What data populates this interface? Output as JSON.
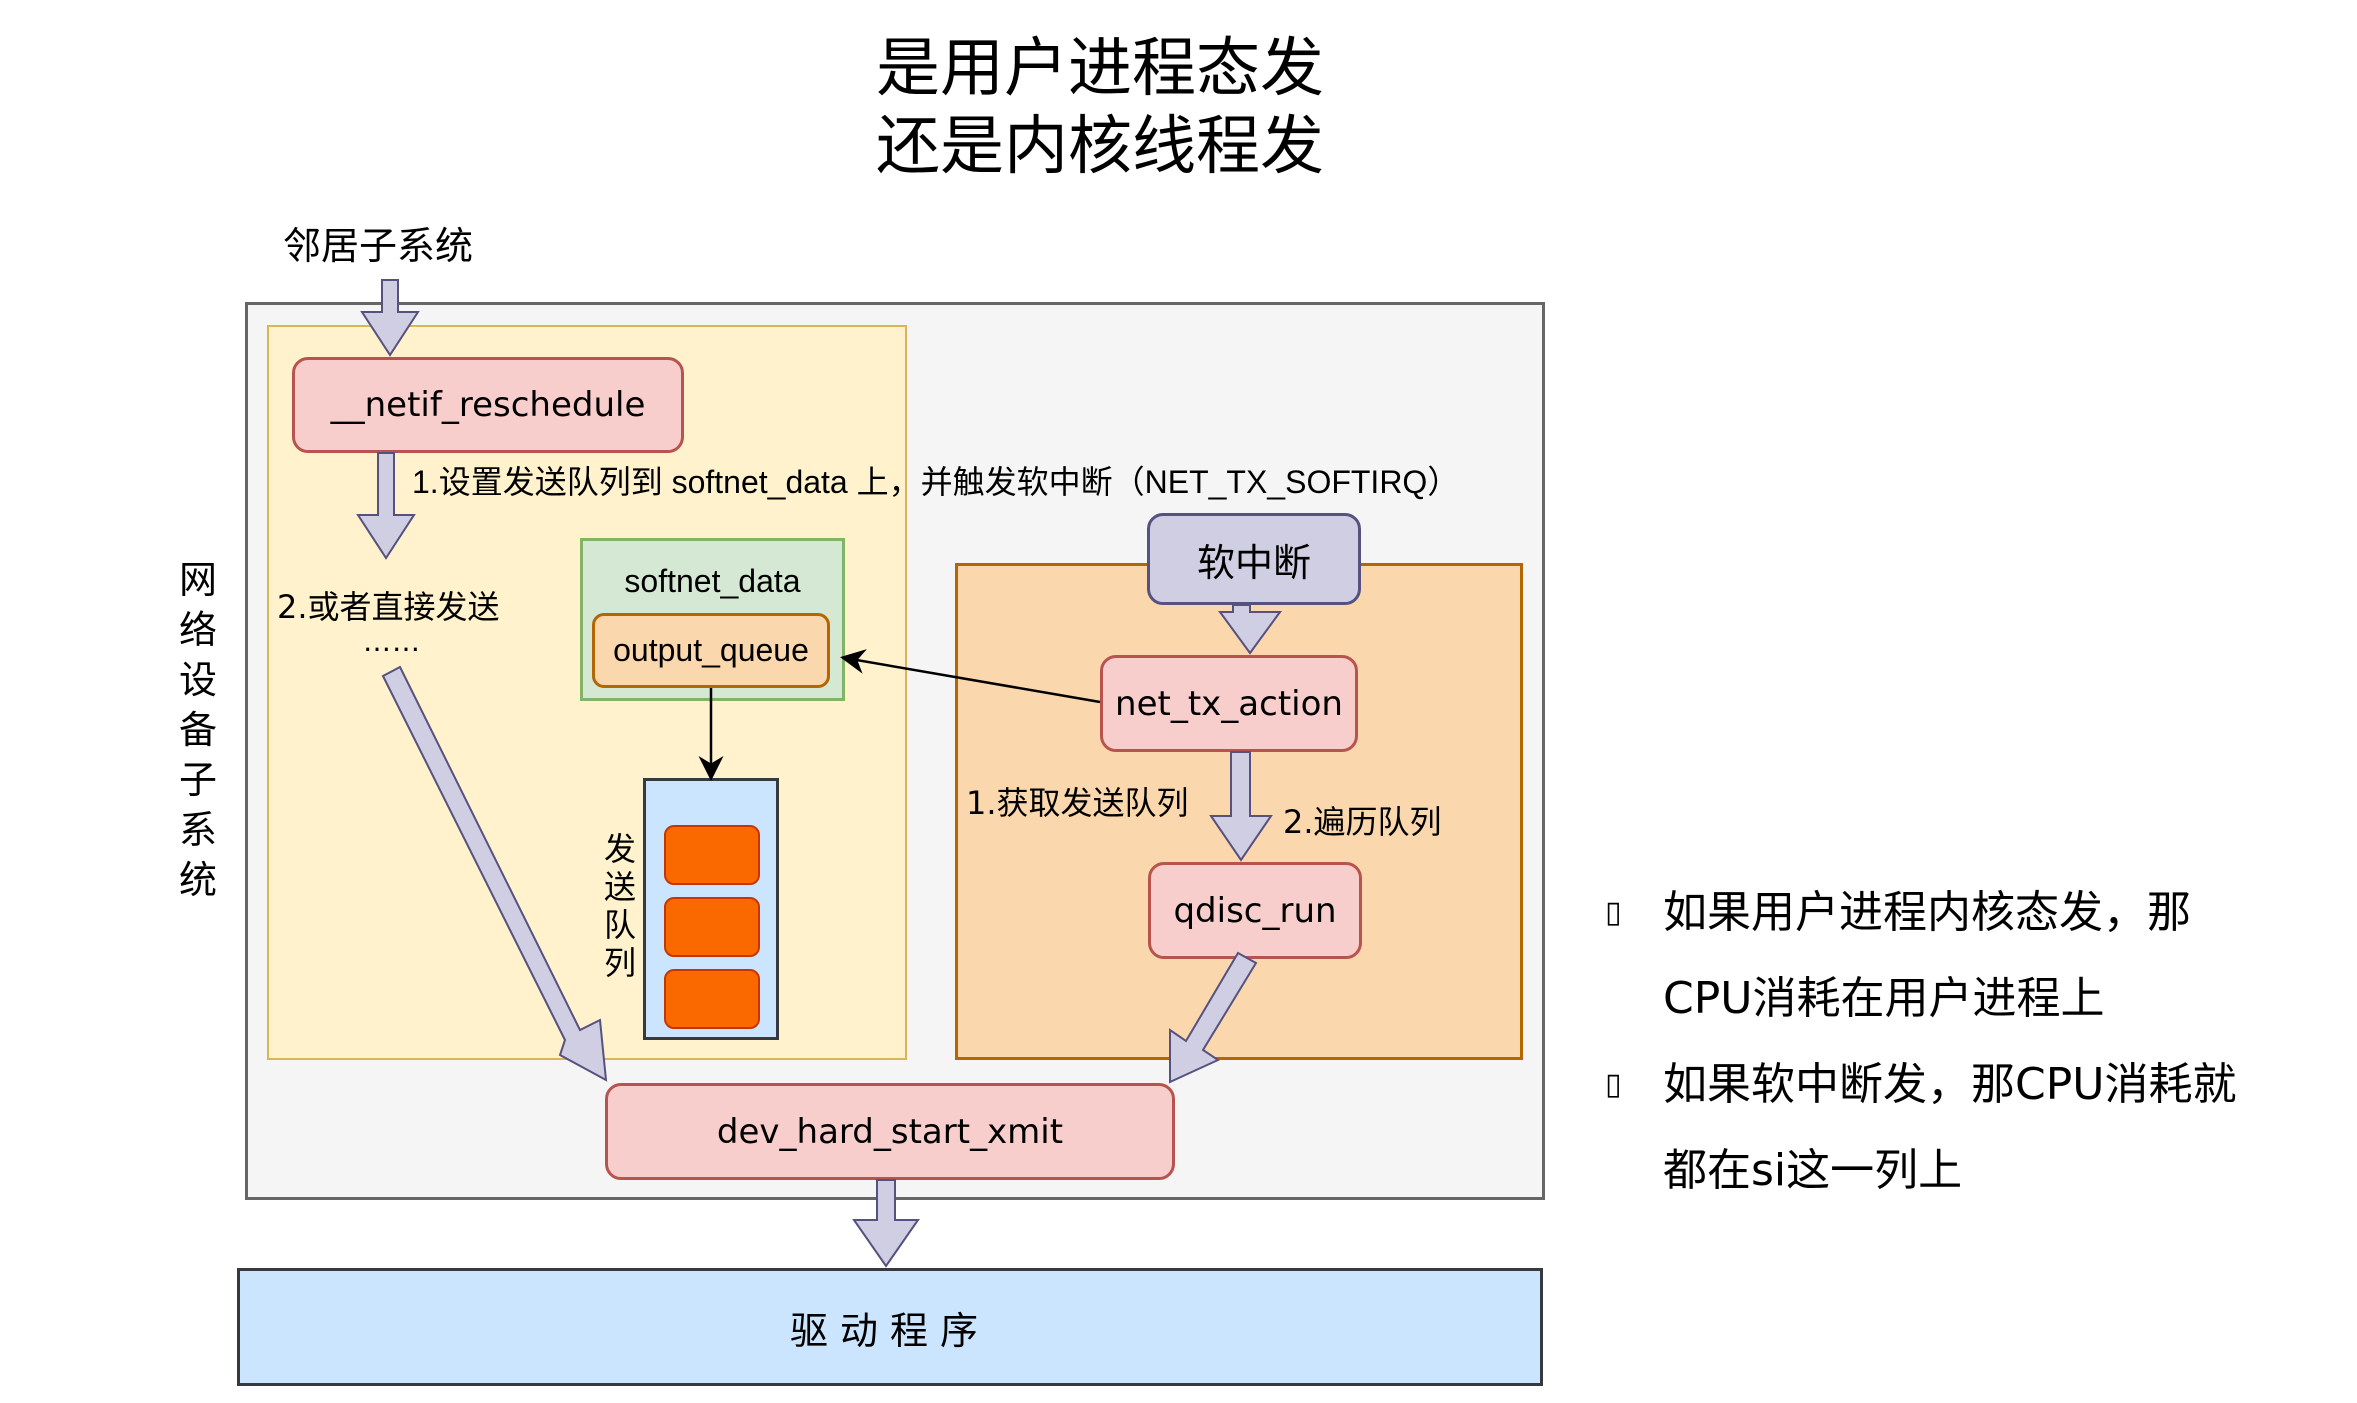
{
  "title": {
    "line1": "是用户进程态发",
    "line2": "还是内核线程发"
  },
  "diagram": {
    "neighbor_subsystem": "邻居子系统",
    "network_device_subsystem": "网络设备子系统",
    "nodes": {
      "netif_reschedule": "__netif_reschedule",
      "softirq": "软中断",
      "net_tx_action": "net_tx_action",
      "qdisc_run": "qdisc_run",
      "dev_hard_start_xmit": "dev_hard_start_xmit",
      "softnet_data": "softnet_data",
      "output_queue": "output_queue",
      "driver": "驱动程序"
    },
    "send_queue_label": "发送队列",
    "send_queue_items": 3,
    "labels": {
      "step1_set_queue": "1.设置发送队列到 softnet_data 上，并触发软中断（NET_TX_SOFTIRQ）",
      "step2_direct_send": "2.或者直接发送",
      "ellipsis": "……",
      "get_queue": "1.获取发送队列",
      "traverse_queue": "2.遍历队列"
    },
    "colors": {
      "outer_bg": "#f5f5f5",
      "yellow_region": "#fff2cc",
      "orange_region": "#fad7ac",
      "function_node": "#f8cecc",
      "softirq_node": "#d0cee2",
      "softnet_data_bg": "#d5e8d4",
      "queue_bg": "#cce5ff",
      "queue_item": "#fa6800",
      "arrow_fill": "#d0cee2"
    }
  },
  "bullets": [
    {
      "icon": "bullet-box",
      "text": "如果用户进程内核态发，那CPU消耗在用户进程上"
    },
    {
      "icon": "bullet-box",
      "text": "如果软中断发，那CPU消耗就都在si这一列上"
    }
  ]
}
